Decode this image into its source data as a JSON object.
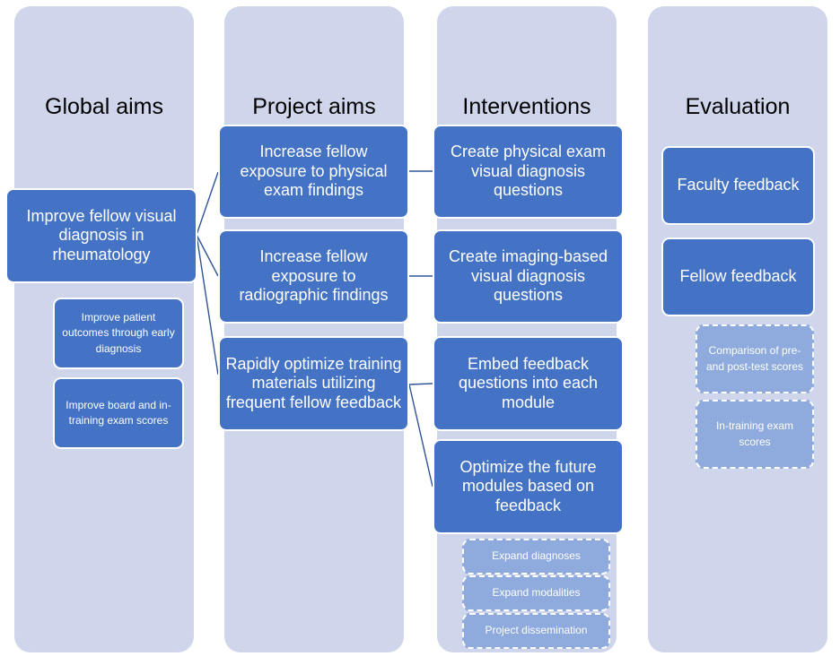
{
  "columns": [
    {
      "title": "Global aims"
    },
    {
      "title": "Project aims"
    },
    {
      "title": "Interventions"
    },
    {
      "title": "Evaluation"
    }
  ],
  "global_aims": {
    "primary": "Improve fellow visual diagnosis in rheumatology",
    "secondary": [
      "Improve patient outcomes through early diagnosis",
      "Improve board and in-training exam scores"
    ]
  },
  "project_aims": [
    "Increase fellow exposure to physical exam findings",
    "Increase fellow exposure to radiographic findings",
    "Rapidly optimize training materials utilizing frequent fellow feedback"
  ],
  "interventions": {
    "primary": [
      "Create physical exam visual diagnosis questions",
      "Create imaging-based visual diagnosis questions",
      "Embed feedback questions into each module",
      "Optimize the future modules based on feedback"
    ],
    "future": [
      "Expand diagnoses",
      "Expand modalities",
      "Project dissemination"
    ]
  },
  "evaluation": {
    "primary": [
      "Faculty feedback",
      "Fellow feedback"
    ],
    "future": [
      "Comparison of pre- and post-test scores",
      "In-training exam scores"
    ]
  },
  "colors": {
    "column_bg": "#cfd5ea",
    "box_primary": "#4472c4",
    "box_future": "#8faadc",
    "connector": "#2f5597"
  }
}
